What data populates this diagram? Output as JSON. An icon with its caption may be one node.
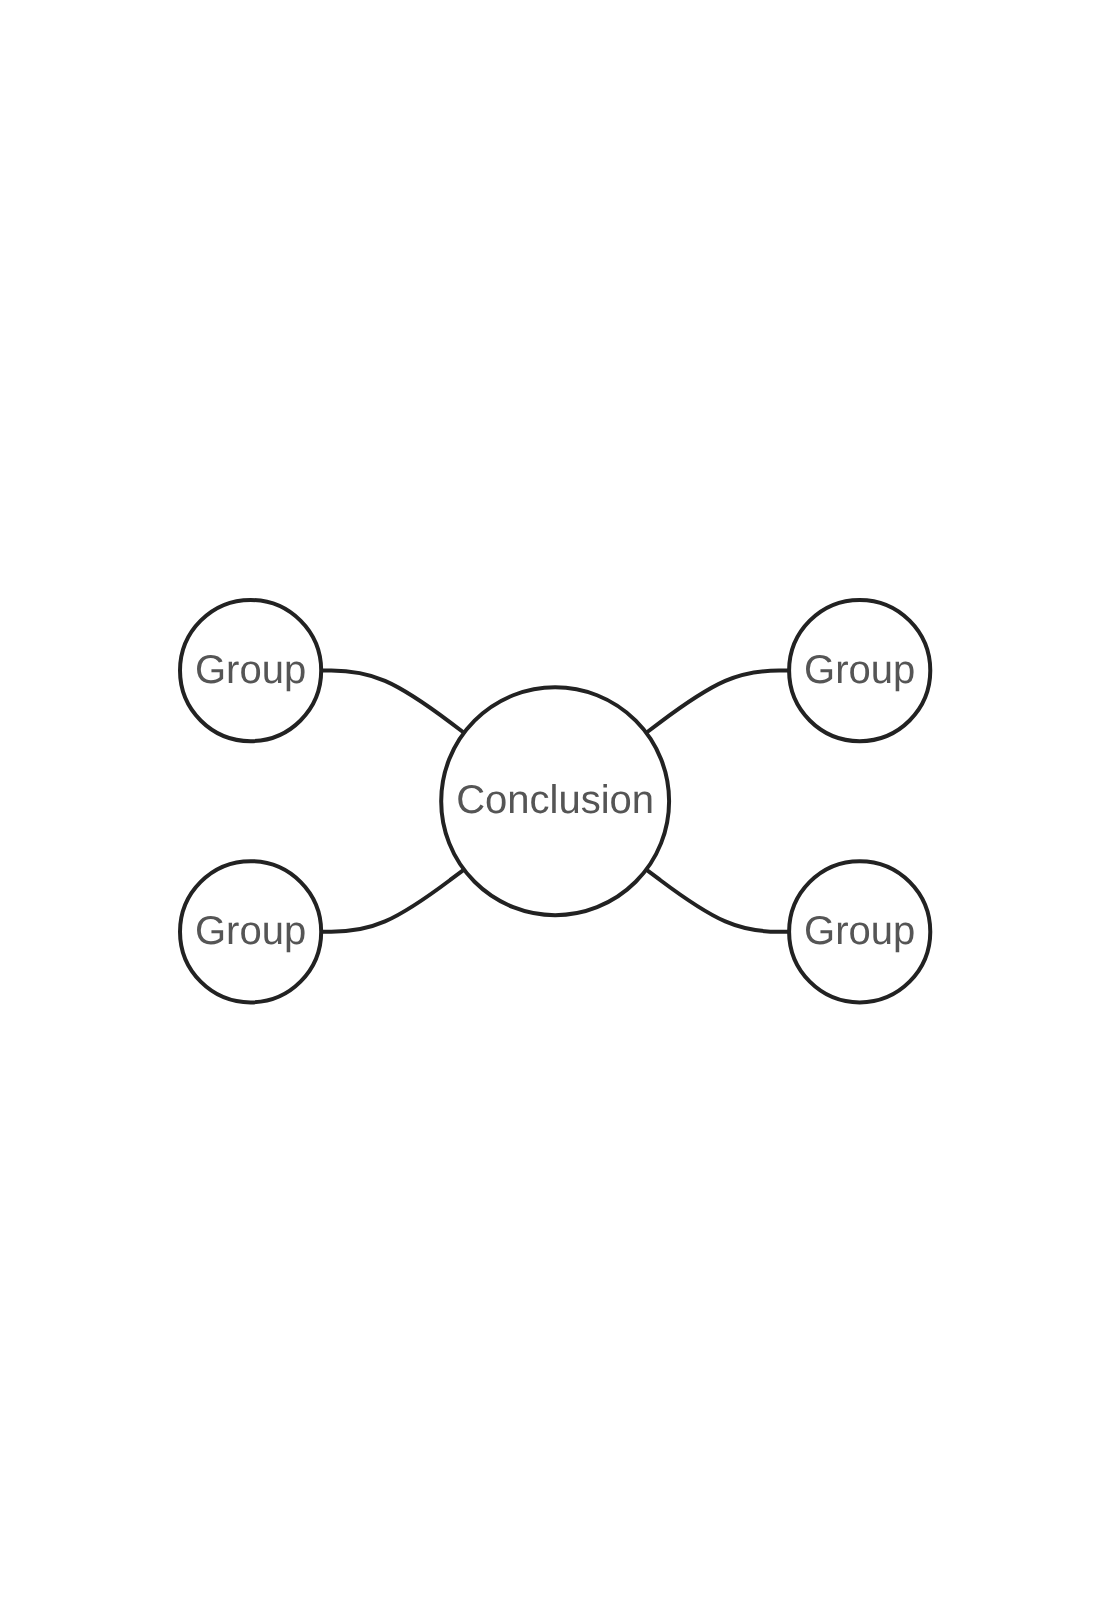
{
  "diagram": {
    "nodes": [
      {
        "text": [
          "Group"
        ]
      },
      {
        "text": [
          "Group"
        ]
      },
      {
        "text": [
          "Conclusion"
        ]
      },
      {
        "text": [
          "Group"
        ]
      },
      {
        "text": [
          "Group"
        ]
      }
    ],
    "edges": [
      {
        "from": 0,
        "to": 2,
        "arrow": "none"
      },
      {
        "from": 3,
        "to": 2,
        "arrow": "none"
      },
      {
        "from": 2,
        "to": 1,
        "arrow": "none"
      },
      {
        "from": 2,
        "to": 4,
        "arrow": "none"
      }
    ]
  }
}
